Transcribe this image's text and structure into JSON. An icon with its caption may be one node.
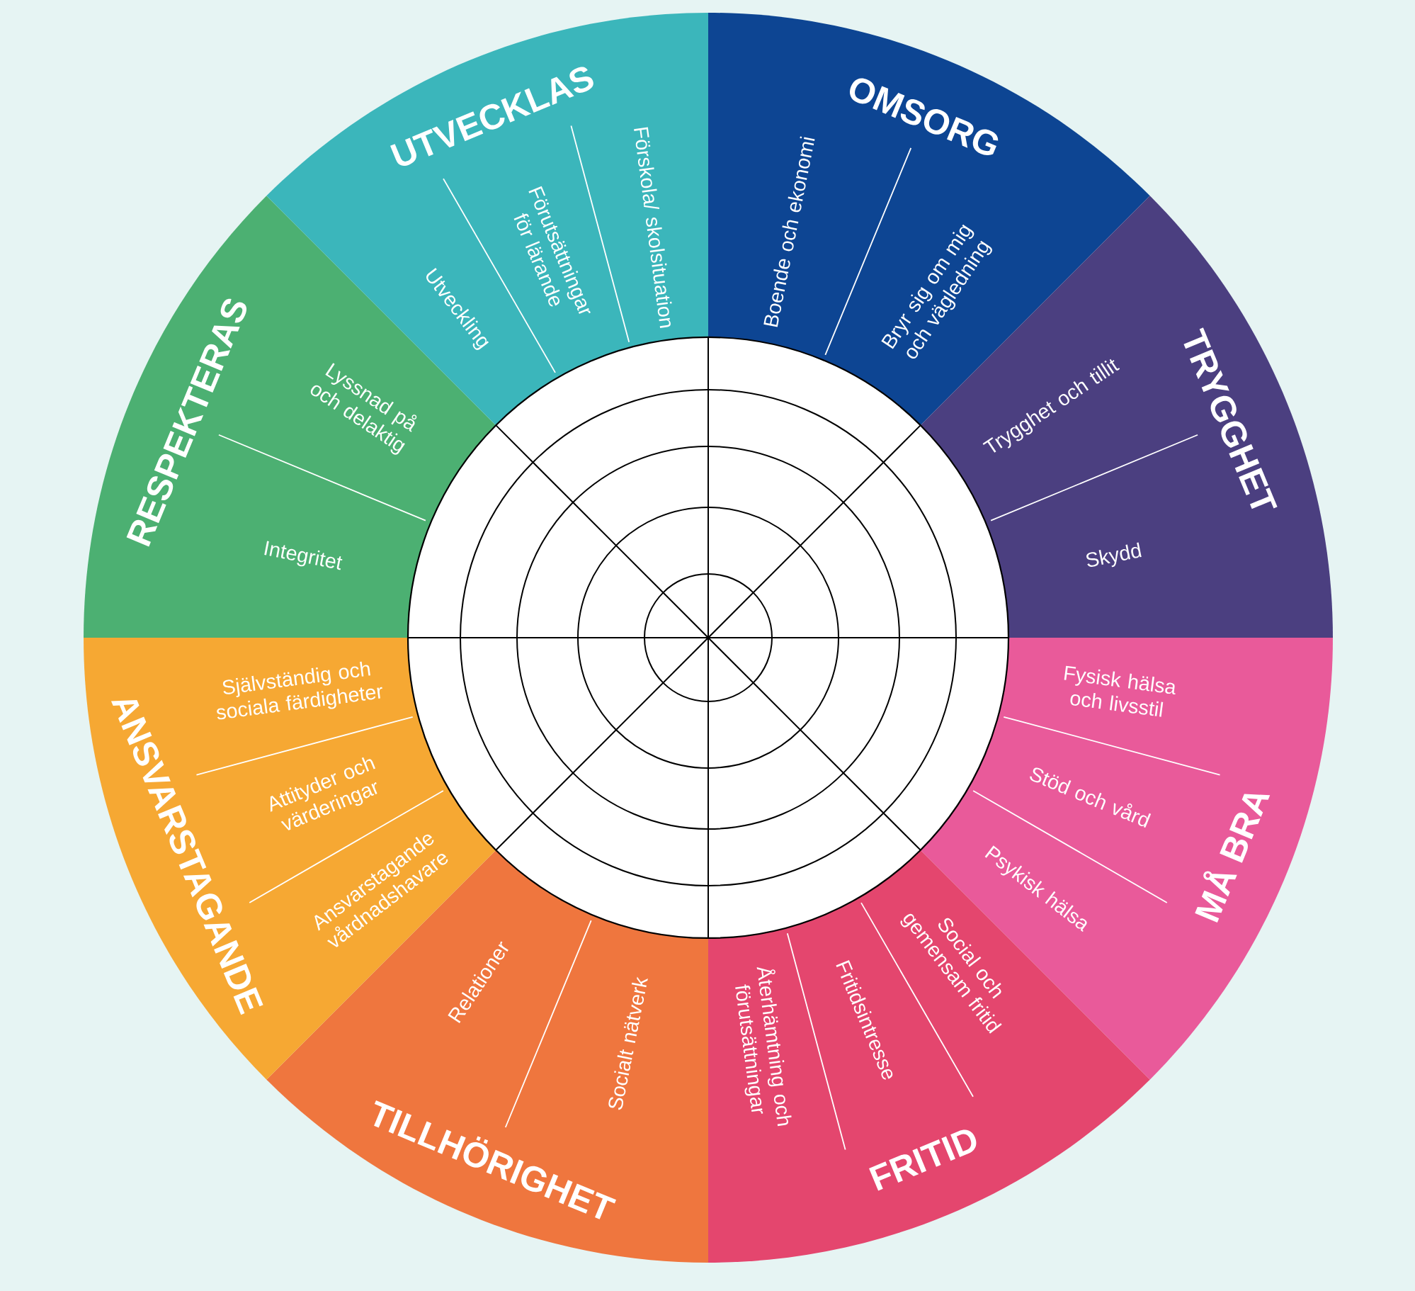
{
  "diagram": {
    "nodes": [
      {
        "text": [
          "OMSORG",
          "Boende och ekonomi",
          "Bryr sig om mig och vägledning"
        ]
      },
      {
        "text": [
          "TRYGGHET",
          "Trygghet och tillit",
          "Skydd"
        ]
      },
      {
        "text": [
          "MÅ BRA",
          "Fysisk hälsa och livsstil",
          "Stöd och vård",
          "Psykisk hälsa"
        ]
      },
      {
        "text": [
          "FRITID",
          "Social och gemensam fritid",
          "Fritidsintresse",
          "Återhämtning och förutsättningar"
        ]
      },
      {
        "text": [
          "TILLHÖRIGHET",
          "Socialt nätverk",
          "Relationer"
        ]
      },
      {
        "text": [
          "ANSVARSTAGANDE",
          "Ansvarstagande vårdnadshavare",
          "Attityder och värderingar",
          "Självständig och sociala färdigheter"
        ]
      },
      {
        "text": [
          "RESPEKTERAS",
          "Integritet",
          "Lyssnad på och delaktig"
        ]
      },
      {
        "text": [
          "UTVECKLAS",
          "Utveckling",
          "Förutsättningar för lärande",
          "Förskola/ skolsituation"
        ]
      }
    ]
  }
}
